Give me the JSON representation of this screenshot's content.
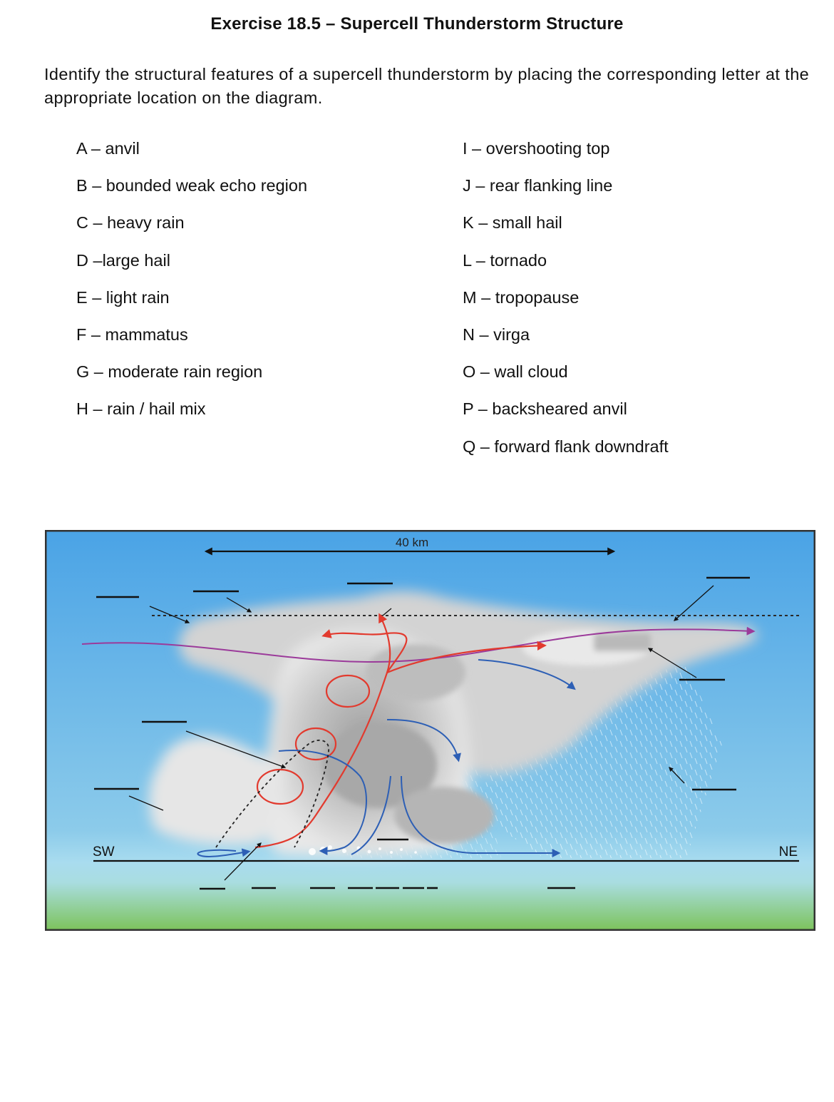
{
  "exercise": {
    "title": "Exercise 18.5 – Supercell Thunderstorm Structure",
    "instructions": "Identify the structural features of a supercell thunderstorm by placing the corresponding letter at the appropriate location on the diagram."
  },
  "terms_left": [
    {
      "label": "A – anvil"
    },
    {
      "label": "B – bounded weak echo region"
    },
    {
      "label": "C – heavy rain"
    },
    {
      "label": "D –large hail"
    },
    {
      "label": "E – light rain"
    },
    {
      "label": "F – mammatus"
    },
    {
      "label": "G – moderate rain region"
    },
    {
      "label": "H – rain / hail mix"
    }
  ],
  "terms_right": [
    {
      "label": "I – overshooting top"
    },
    {
      "label": "J – rear flanking line"
    },
    {
      "label": "K – small hail"
    },
    {
      "label": "L – tornado"
    },
    {
      "label": "M – tropopause"
    },
    {
      "label": "N – virga"
    },
    {
      "label": "O – wall cloud"
    },
    {
      "label": "P – backsheared anvil"
    },
    {
      "label": "Q – forward flank downdraft"
    }
  ],
  "diagram": {
    "scale_label": "40 km",
    "left_direction": "SW",
    "right_direction": "NE",
    "colors": {
      "sky_top": "#4aa3e6",
      "sky_bottom": "#a9dcef",
      "ground": "#7cc35a",
      "updraft": "#e23a2e",
      "downdraft": "#2d5fb5",
      "anvil_flow": "#9b3a9a"
    }
  }
}
